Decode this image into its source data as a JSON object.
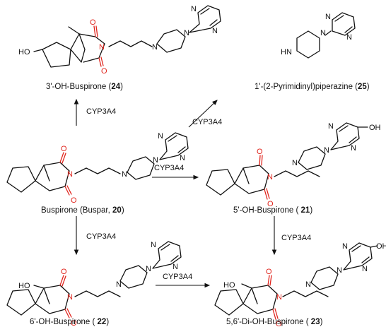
{
  "atoms": {
    "N": "N",
    "HN": "HN",
    "HO": "HO",
    "OH": "OH",
    "O": "O"
  },
  "enzyme": "CYP3A4",
  "compounds": [
    {
      "key": "c24",
      "name": "3'-OH-Buspirone (",
      "number": "24",
      "close": ")"
    },
    {
      "key": "c25",
      "name": "1'-(2-Pyrimidinyl)piperazine (",
      "number": "25",
      "close": ")"
    },
    {
      "key": "c20",
      "name": "Buspirone (Buspar, ",
      "number": "20",
      "close": ")"
    },
    {
      "key": "c21",
      "name": "5'-OH-Buspirone ( ",
      "number": "21",
      "close": ")"
    },
    {
      "key": "c22",
      "name": "6'-OH-Buspirone ( ",
      "number": "22",
      "close": ")"
    },
    {
      "key": "c23",
      "name": "5,6'-Di-OH-Buspirone ( ",
      "number": "23",
      "close": ")"
    }
  ]
}
